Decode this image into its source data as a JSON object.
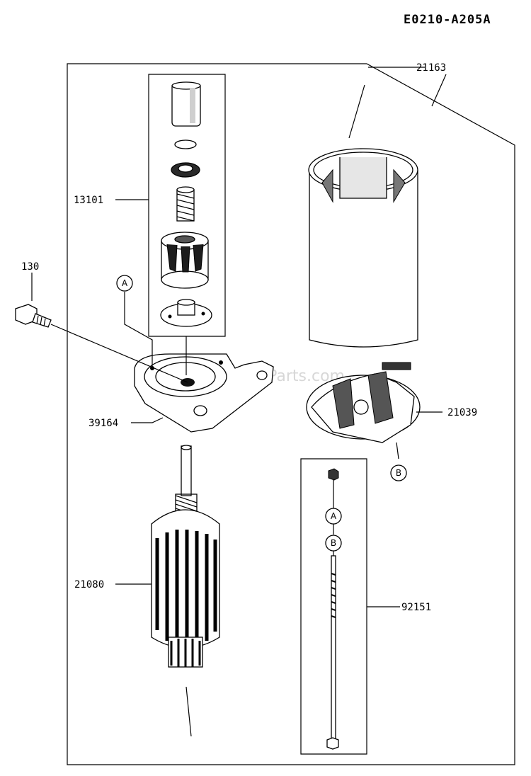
{
  "diagram_code": "E0210-A205A",
  "watermark": "eReplacementParts.com",
  "parts": {
    "p21163": "21163",
    "p13101": "13101",
    "p130": "130",
    "p39164": "39164",
    "p21039": "21039",
    "p21080": "21080",
    "p92151": "92151"
  },
  "refs": {
    "a": "A",
    "b": "B"
  }
}
